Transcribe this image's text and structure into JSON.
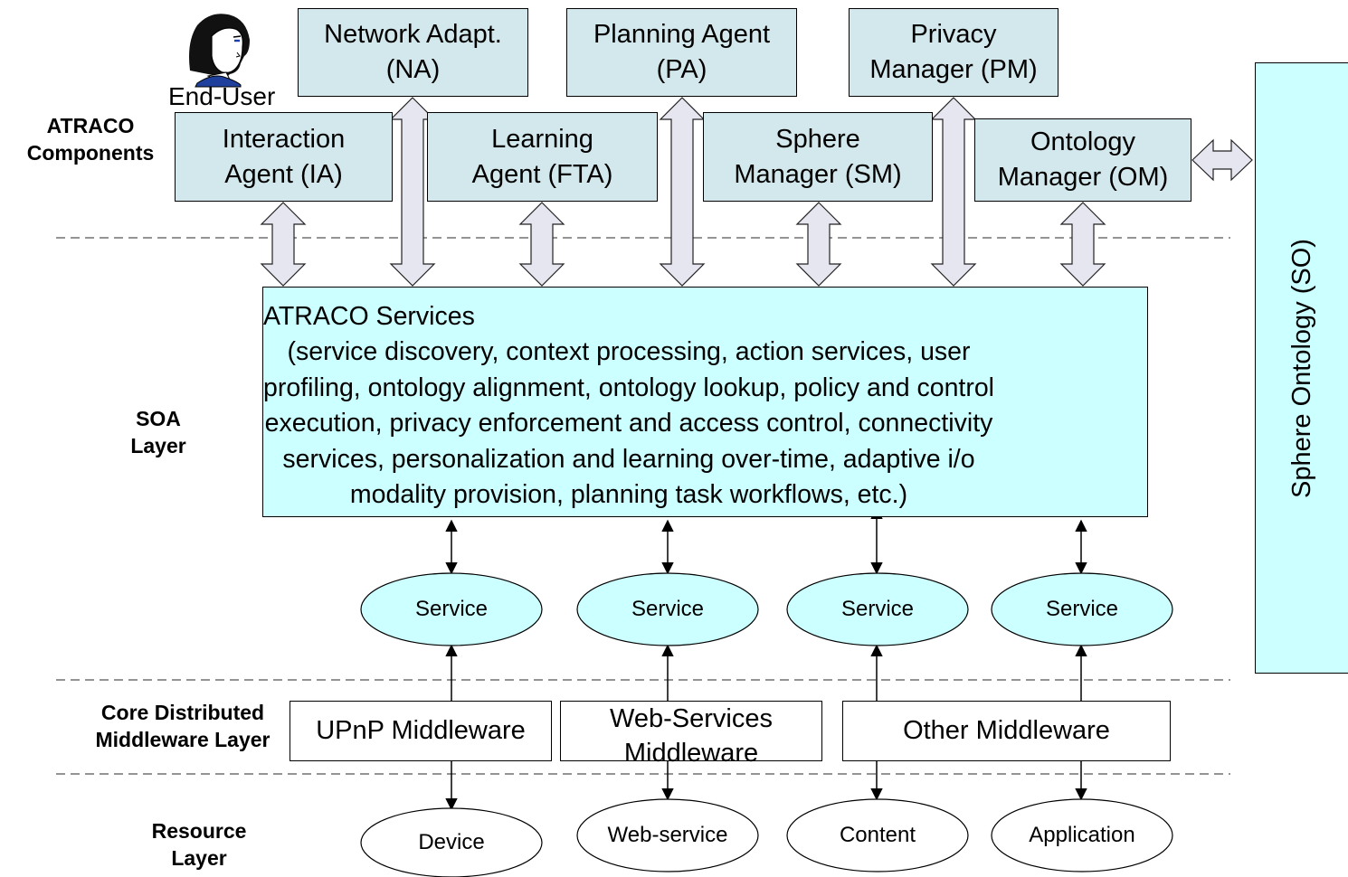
{
  "layers": {
    "atraco_components": "ATRACO\nComponents",
    "soa": "SOA\nLayer",
    "core_middleware": "Core Distributed\nMiddleware Layer",
    "resource": "Resource\nLayer"
  },
  "end_user": {
    "label": "End-User",
    "icon": "person-icon"
  },
  "components": {
    "network_adapt": "Network Adapt.\n(NA)",
    "planning_agent": "Planning Agent\n(PA)",
    "privacy_manager": "Privacy\nManager (PM)",
    "interaction_agent": "Interaction\nAgent (IA)",
    "learning_agent": "Learning\nAgent (FTA)",
    "sphere_manager": "Sphere\nManager (SM)",
    "ontology_manager": "Ontology\nManager (OM)"
  },
  "sphere_ontology": "Sphere Ontology (SO)",
  "soa_services": {
    "title": "ATRACO Services",
    "description": "(service discovery, context processing, action services, user\nprofiling, ontology alignment, ontology lookup, policy and control\nexecution, privacy enforcement and access control, connectivity\nservices, personalization and learning over-time, adaptive i/o\nmodality provision, planning task workflows, etc.)"
  },
  "services": [
    "Service",
    "Service",
    "Service",
    "Service"
  ],
  "middleware": {
    "upnp": "UPnP Middleware",
    "web_services": "Web-Services\nMiddleware",
    "other": "Other Middleware"
  },
  "resources": [
    "Device",
    "Web-service",
    "Content",
    "Application"
  ],
  "colors": {
    "component_fill": "#d3e8ec",
    "soa_fill": "#ccffff",
    "arrow_fill": "#e6e6f0"
  }
}
